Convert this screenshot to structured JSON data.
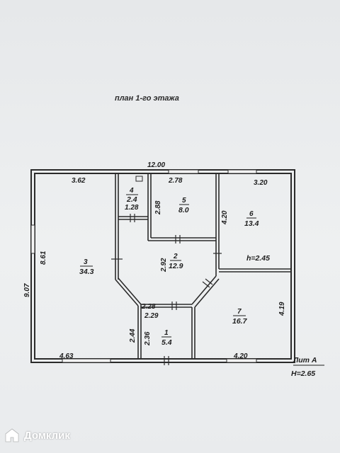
{
  "title": "план 1-го этажа",
  "dimensions": {
    "top_total": "12.00",
    "left_total": "9.07",
    "room3_top": "3.62",
    "room3_side": "8.61",
    "room3_bottom": "4.63",
    "room4_width": "1.28",
    "room5_top": "2.78",
    "room5_side": "2.88",
    "room6_top": "3.20",
    "room6_side": "4.20",
    "hall_side": "2.92",
    "hall_bottom": "2.28",
    "room1_top": "2.29",
    "room1_side": "2.36",
    "corridor_side": "2.44",
    "room7_side": "4.19",
    "room7_bottom": "4.20"
  },
  "rooms": [
    {
      "id": "1",
      "area": "5.4"
    },
    {
      "id": "2",
      "area": "12.9"
    },
    {
      "id": "3",
      "area": "34.3"
    },
    {
      "id": "4",
      "area": "2.4"
    },
    {
      "id": "5",
      "area": "8.0"
    },
    {
      "id": "6",
      "area": "13.4"
    },
    {
      "id": "7",
      "area": "16.7"
    }
  ],
  "room6_height": "h=2.45",
  "lit": "Лит А",
  "building_height": "H=2.65",
  "watermark": "Домклик"
}
